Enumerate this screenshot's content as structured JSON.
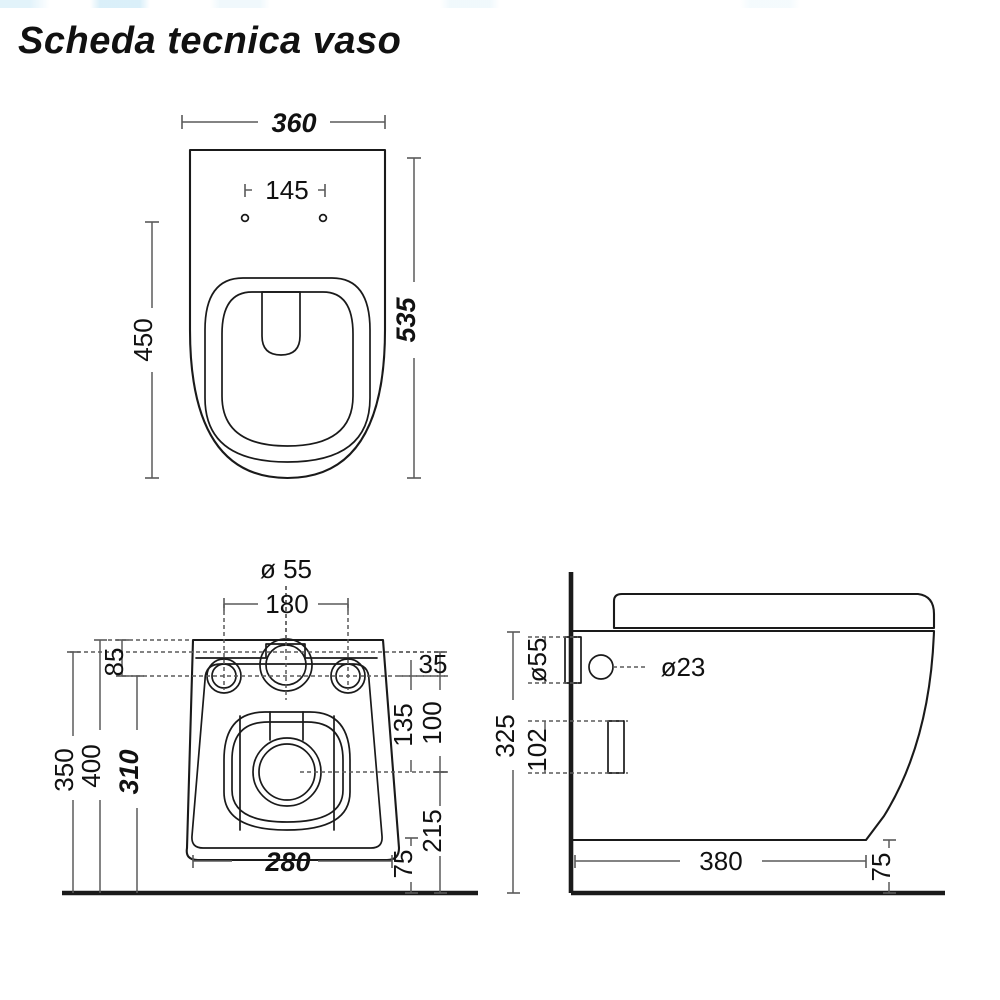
{
  "document": {
    "title": "Scheda tecnica vaso",
    "language": "it",
    "kind": "technical-datasheet",
    "line_color": "#1a1a1a",
    "dimension_color": "#555555",
    "background": "#ffffff"
  },
  "views": {
    "top": {
      "name": "top-view",
      "dimensions": {
        "width_360": "360",
        "depth_535": "535",
        "seat_depth_450": "450",
        "hole_spacing_145": "145"
      }
    },
    "rear": {
      "name": "rear-view",
      "dimensions": {
        "hole_diameter_55": "ø 55",
        "hole_spacing_180": "180",
        "offset_85": "85",
        "height_350": "350",
        "height_400": "400",
        "height_310": "310",
        "width_280": "280",
        "edge_35": "35",
        "edge_135": "135",
        "edge_100": "100",
        "edge_215": "215",
        "edge_75": "75"
      }
    },
    "side": {
      "name": "side-view",
      "dimensions": {
        "slot_55": "ø55",
        "hole_23": "ø23",
        "height_325": "325",
        "height_102": "102",
        "depth_380": "380",
        "edge_75": "75"
      }
    }
  },
  "labels": {
    "t_360": "360",
    "t_535": "535",
    "t_450": "450",
    "t_145": "145",
    "r_d55": "ø 55",
    "r_180": "180",
    "r_85": "85",
    "r_350": "350",
    "r_400": "400",
    "r_310": "310",
    "r_280": "280",
    "r_35": "35",
    "r_135": "135",
    "r_100": "100",
    "r_215": "215",
    "r_75": "75",
    "s_d55": "ø55",
    "s_d23": "ø23",
    "s_325": "325",
    "s_102": "102",
    "s_380": "380",
    "s_75": "75"
  }
}
